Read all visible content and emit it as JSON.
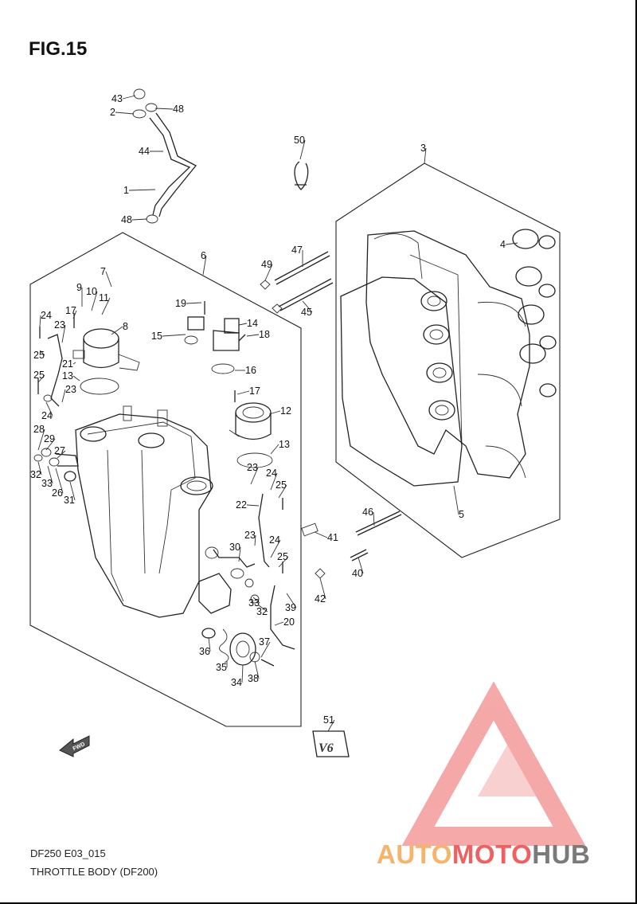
{
  "figure": {
    "title": "FIG.15"
  },
  "footer": {
    "code": "DF250 E03_015",
    "name": "THROTTLE BODY (DF200)"
  },
  "watermark": {
    "part1": "AUTO",
    "part2": "MOTO",
    "part3": "HUB",
    "color_light": "#f7b36a",
    "color_red": "#f06060",
    "color_gray": "#7a7a7a",
    "triangle_color": "#f39a9a"
  },
  "emblem": {
    "text": "V6"
  },
  "fwd": {
    "text": "FWD"
  },
  "callouts": [
    "43",
    "48",
    "2",
    "44",
    "1",
    "48",
    "50",
    "3",
    "4",
    "6",
    "7",
    "9",
    "10",
    "11",
    "8",
    "24",
    "17",
    "23",
    "25",
    "21",
    "13",
    "25",
    "24",
    "23",
    "28",
    "29",
    "27",
    "32",
    "33",
    "26",
    "31",
    "19",
    "15",
    "14",
    "18",
    "16",
    "17",
    "12",
    "13",
    "49",
    "47",
    "45",
    "23",
    "24",
    "25",
    "22",
    "23",
    "24",
    "25",
    "30",
    "33",
    "32",
    "39",
    "20",
    "36",
    "35",
    "34",
    "37",
    "38",
    "46",
    "41",
    "5",
    "40",
    "42",
    "51"
  ]
}
